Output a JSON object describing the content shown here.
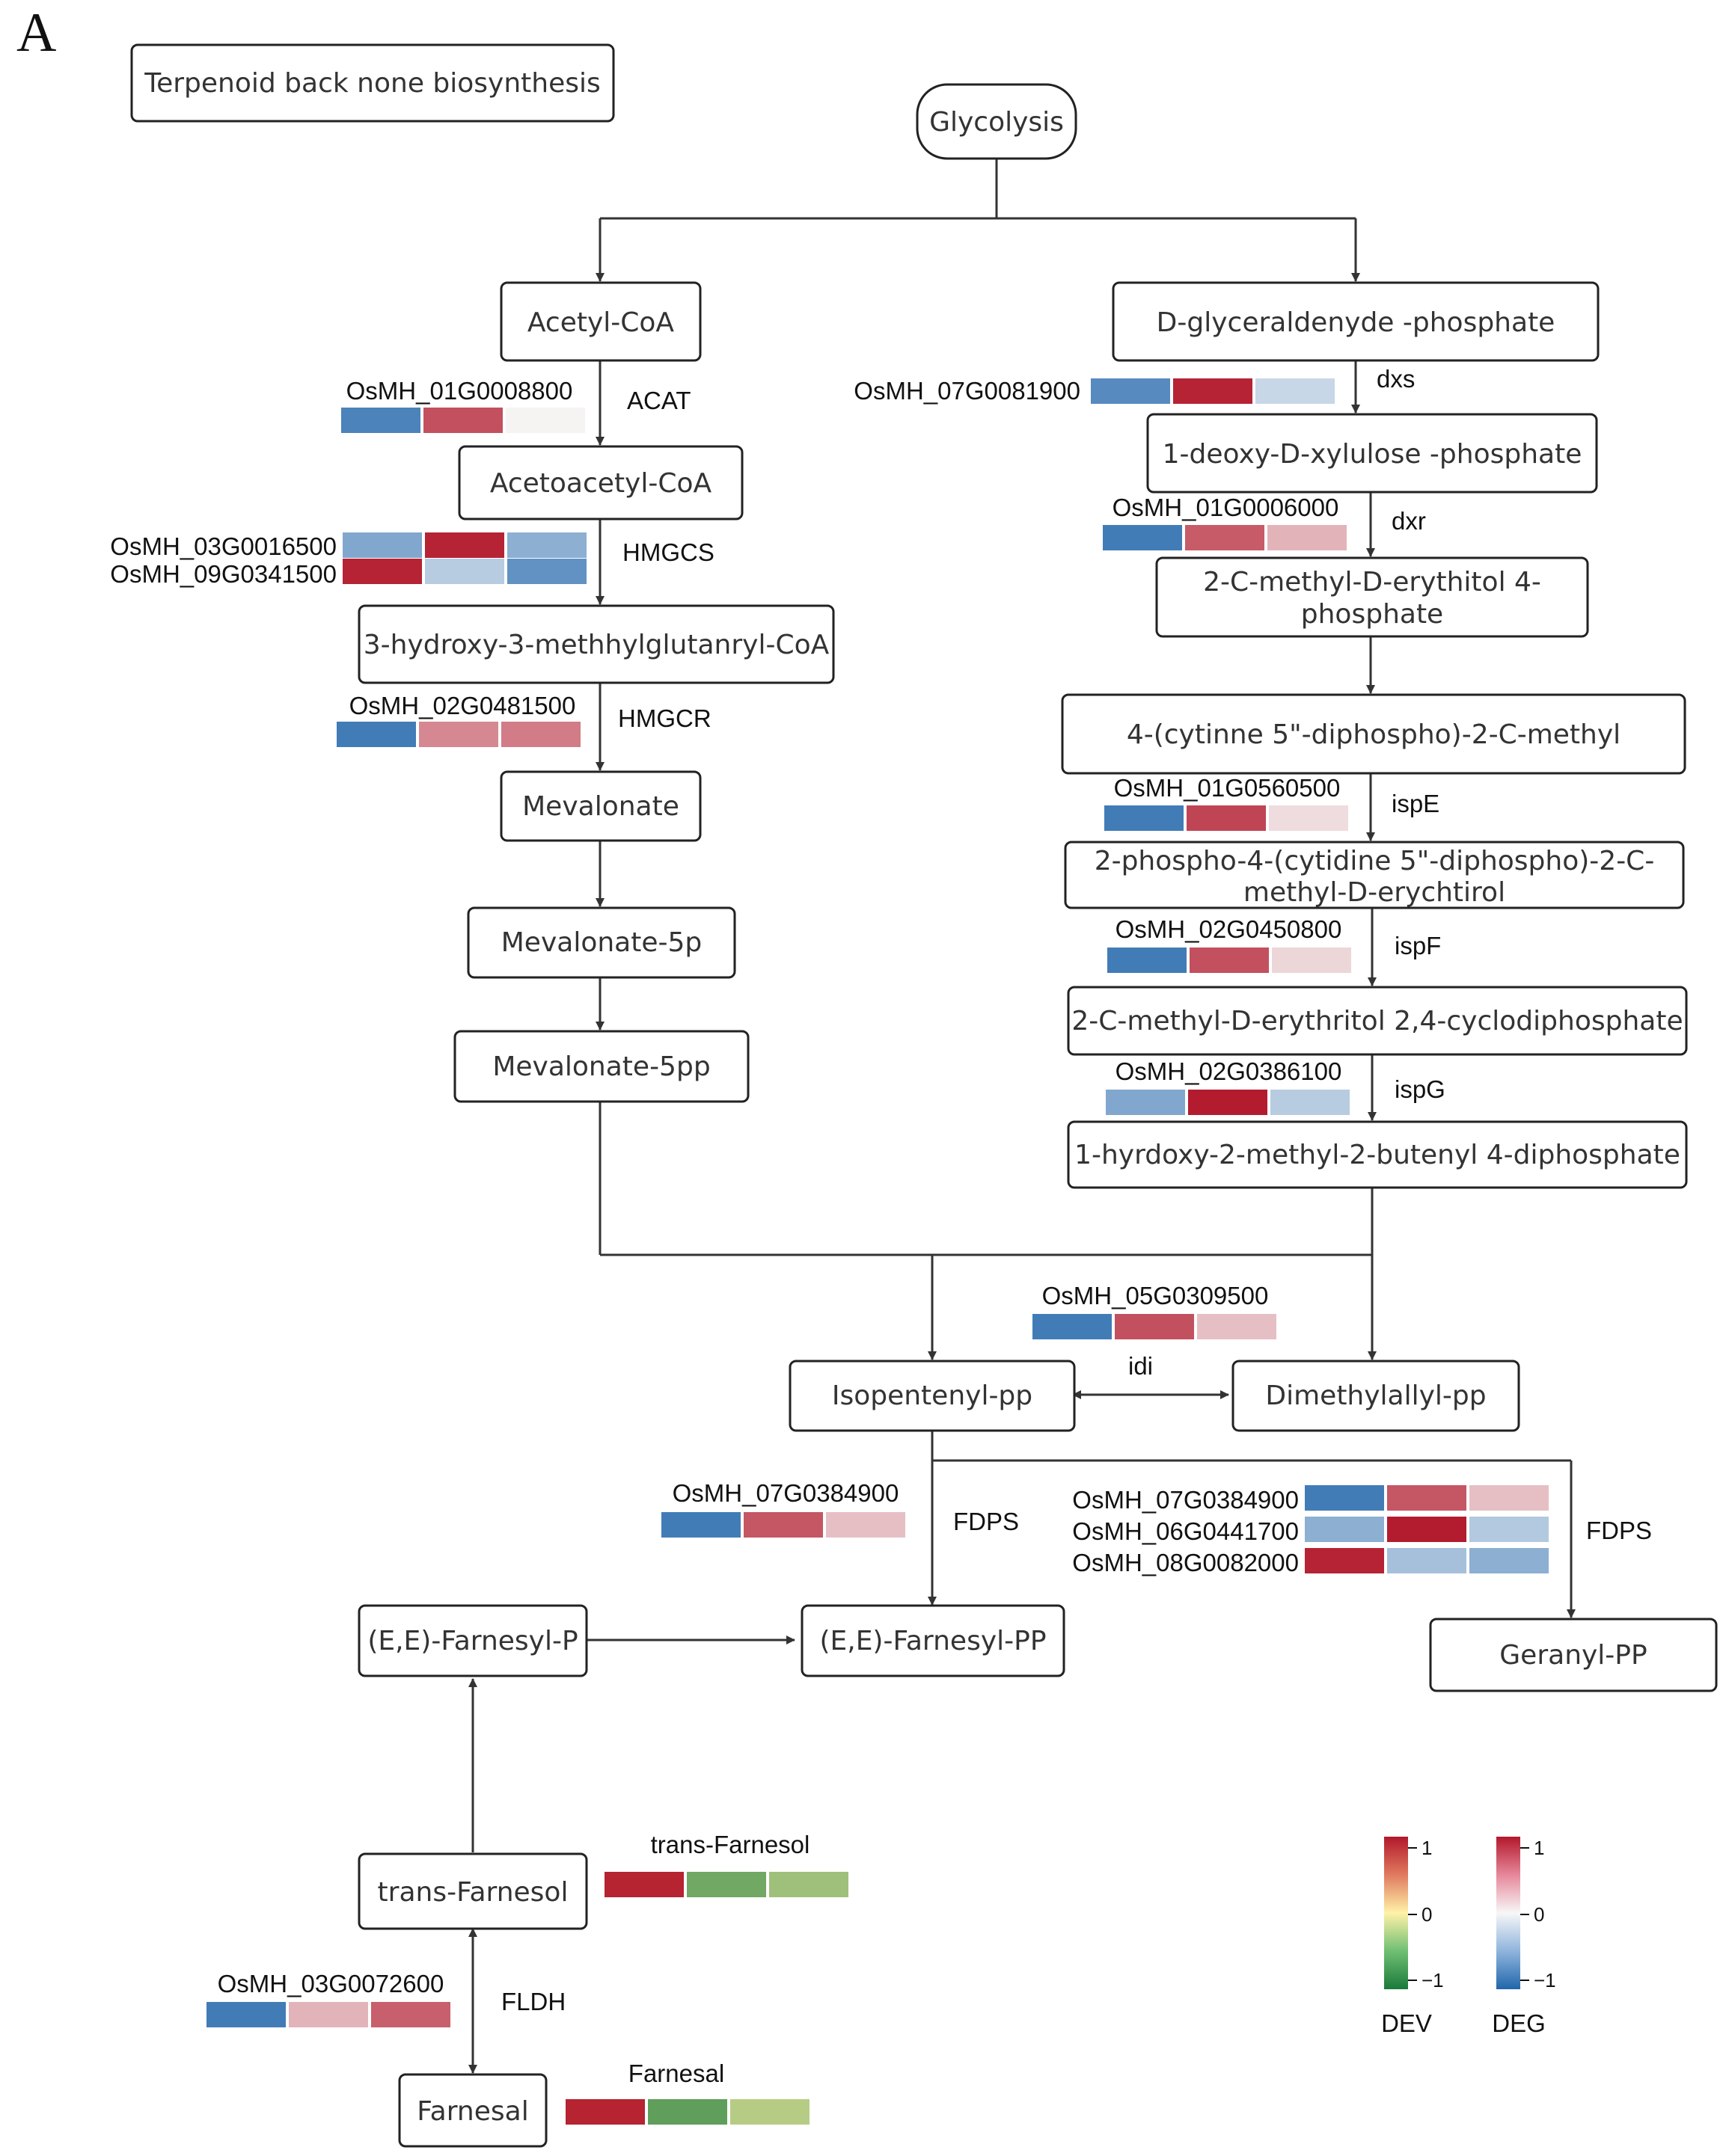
{
  "panel_label": "A",
  "colors": {
    "box_stroke": "#222222",
    "line": "#333333",
    "deg_high": "#b2182b",
    "deg_mid": "#f7f7f7",
    "deg_low": "#2166ac",
    "dev_high": "#b2182b",
    "dev_mid": "#fff2a8",
    "dev_low": "#1a7a3a"
  },
  "nodes": {
    "title_box": "Terpenoid back none biosynthesis",
    "glycolysis": "Glycolysis",
    "acetyl_coa": "Acetyl-CoA",
    "acetoacetyl_coa": "Acetoacetyl-CoA",
    "hmg_coa": "3-hydroxy-3-methhylglutanryl-CoA",
    "mevalonate": "Mevalonate",
    "mevalonate_5p": "Mevalonate-5p",
    "mevalonate_5pp": "Mevalonate-5pp",
    "g3p": "D-glyceraldenyde -phosphate",
    "dxp": "1-deoxy-D-xylulose -phosphate",
    "mep_line1": "2-C-methyl-D-erythitol 4-",
    "mep_line2": "phosphate",
    "cdp_me": "4-(cytinne 5\"-diphospho)-2-C-methyl",
    "cdp_mep_line1": "2-phospho-4-(cytidine 5\"-diphospho)-2-C-",
    "cdp_mep_line2": "methyl-D-erychtirol",
    "mecpp": "2-C-methyl-D-erythritol 2,4-cyclodiphosphate",
    "hmbpp": "1-hyrdoxy-2-methyl-2-butenyl 4-diphosphate",
    "ipp": "Isopentenyl-pp",
    "dmapp": "Dimethylallyl-pp",
    "farnesyl_p": "(E,E)-Farnesyl-P",
    "farnesyl_pp": "(E,E)-Farnesyl-PP",
    "geranyl_pp": "Geranyl-PP",
    "trans_farnesol": "trans-Farnesol",
    "farnesal": "Farnesal"
  },
  "enzymes": {
    "acat": "ACAT",
    "hmgcs": "HMGCS",
    "hmgcr": "HMGCR",
    "dxs": "dxs",
    "dxr": "dxr",
    "ispe": "ispE",
    "ispf": "ispF",
    "ispg": "ispG",
    "idi": "idi",
    "fdps_left": "FDPS",
    "fdps_right": "FDPS",
    "fldh": "FLDH"
  },
  "heatmaps": {
    "acat": {
      "genes": [
        {
          "id": "OsMH_01G0008800",
          "values": [
            -0.8,
            0.75,
            0.02
          ]
        }
      ]
    },
    "hmgcs": {
      "genes": [
        {
          "id": "OsMH_03G0016500",
          "values": [
            -0.55,
            0.95,
            -0.5
          ]
        },
        {
          "id": "OsMH_09G0341500",
          "values": [
            0.95,
            -0.3,
            -0.7
          ]
        }
      ]
    },
    "hmgcr": {
      "genes": [
        {
          "id": "OsMH_02G0481500",
          "values": [
            -0.85,
            0.5,
            0.55
          ]
        }
      ]
    },
    "dxs": {
      "genes": [
        {
          "id": "OsMH_07G0081900",
          "values": [
            -0.75,
            0.95,
            -0.22
          ]
        }
      ]
    },
    "dxr": {
      "genes": [
        {
          "id": "OsMH_01G0006000",
          "values": [
            -0.85,
            0.7,
            0.3
          ]
        }
      ]
    },
    "ispe": {
      "genes": [
        {
          "id": "OsMH_01G0560500",
          "values": [
            -0.85,
            0.8,
            0.12
          ]
        }
      ]
    },
    "ispf": {
      "genes": [
        {
          "id": "OsMH_02G0450800",
          "values": [
            -0.85,
            0.75,
            0.15
          ]
        }
      ]
    },
    "ispg": {
      "genes": [
        {
          "id": "OsMH_02G0386100",
          "values": [
            -0.55,
            0.98,
            -0.3
          ]
        }
      ]
    },
    "idi": {
      "genes": [
        {
          "id": "OsMH_05G0309500",
          "values": [
            -0.85,
            0.75,
            0.25
          ]
        }
      ]
    },
    "fdps_left": {
      "genes": [
        {
          "id": "OsMH_07G0384900",
          "values": [
            -0.85,
            0.72,
            0.25
          ]
        }
      ]
    },
    "fdps_right": {
      "genes": [
        {
          "id": "OsMH_07G0384900",
          "values": [
            -0.85,
            0.72,
            0.25
          ]
        },
        {
          "id": "OsMH_06G0441700",
          "values": [
            -0.5,
            0.98,
            -0.32
          ]
        },
        {
          "id": "OsMH_08G0082000",
          "values": [
            0.95,
            -0.38,
            -0.5
          ]
        }
      ]
    },
    "fldh": {
      "genes": [
        {
          "id": "OsMH_03G0072600",
          "values": [
            -0.85,
            0.3,
            0.68
          ]
        }
      ]
    },
    "trans_farnesol": {
      "title": "trans-Farnesol",
      "values": [
        0.95,
        -0.62,
        -0.42
      ]
    },
    "farnesal": {
      "title": "Farnesal",
      "values": [
        0.95,
        -0.7,
        -0.32
      ]
    }
  },
  "legend": {
    "dev": {
      "title": "DEV",
      "ticks": [
        "1",
        "0",
        "−1"
      ]
    },
    "deg": {
      "title": "DEG",
      "ticks": [
        "1",
        "0",
        "−1"
      ]
    }
  }
}
